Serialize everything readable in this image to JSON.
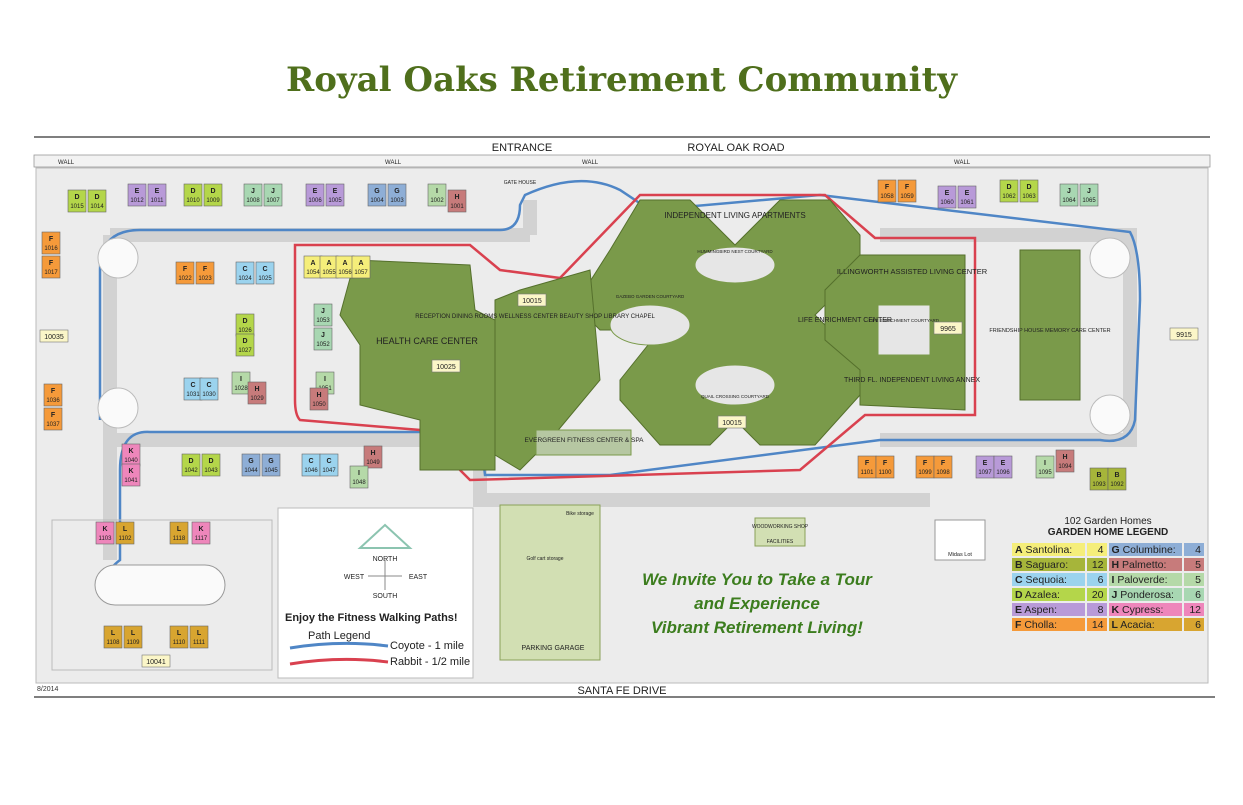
{
  "title": "Royal Oaks Retirement Community",
  "roads": {
    "entrance": "ENTRANCE",
    "north_road": "ROYAL OAK ROAD",
    "south_road": "SANTA FE DRIVE",
    "wall": "WALL",
    "gate_house": "GATE HOUSE"
  },
  "buildings": {
    "independent_living": "INDEPENDENT LIVING APARTMENTS",
    "hummingbird": "HUMMINGBIRD NEST COURTYARD",
    "gazebo": "GAZEBO GARDEN COURTYARD",
    "quail": "QUAIL CROSSING COURTYARD",
    "illingworth": "ILLINGWORTH ASSISTED LIVING CENTER",
    "life_center": "LIFE ENRICHMENT CENTER",
    "life_courtyard": "LIFE ENRICHMENT COURTYARD",
    "third_floor": "THIRD FL. INDEPENDENT LIVING ANNEX",
    "friendship": "FRIENDSHIP HOUSE MEMORY CARE CENTER",
    "health_care": "HEALTH CARE CENTER",
    "reception": "RECEPTION DINING ROOMS WELLNESS CENTER BEAUTY SHOP LIBRARY CHAPEL",
    "fitness_center": "EVERGREEN FITNESS CENTER & SPA",
    "woodworking": "WOODWORKING SHOP",
    "facilities": "FACILITIES",
    "bike": "Bike storage",
    "golf": "Golf cart storage",
    "garage": "PARKING GARAGE",
    "midas": "Midas Lot"
  },
  "address_tags": [
    "10035",
    "10025",
    "10015",
    "10015",
    "9965",
    "9915",
    "10041"
  ],
  "compass": {
    "north": "NORTH",
    "south": "SOUTH",
    "east": "EAST",
    "west": "WEST"
  },
  "walking": {
    "heading": "Enjoy the Fitness Walking Paths!",
    "legend_title": "Path Legend",
    "coyote": "Coyote - 1 mile",
    "rabbit": "Rabbit - 1/2 mile",
    "coyote_color": "#4f86c6",
    "rabbit_color": "#d9414f"
  },
  "invite": [
    "We Invite You to Take a Tour",
    "and Experience",
    "Vibrant Retirement Living!"
  ],
  "date": "8/2014",
  "legend": {
    "count": "102 Garden Homes",
    "title": "GARDEN HOME LEGEND",
    "items": [
      {
        "letter": "A",
        "name": "Santolina:",
        "count": "4",
        "color": "#f5ee7a"
      },
      {
        "letter": "G",
        "name": "Columbine:",
        "count": "4",
        "color": "#8eaed6"
      },
      {
        "letter": "B",
        "name": "Saguaro:",
        "count": "12",
        "color": "#a6b53a"
      },
      {
        "letter": "H",
        "name": "Palmetto:",
        "count": "5",
        "color": "#c77b7b"
      },
      {
        "letter": "C",
        "name": "Sequoia:",
        "count": "6",
        "color": "#9bd3ee"
      },
      {
        "letter": "I",
        "name": "Paloverde:",
        "count": "5",
        "color": "#b5d9a8"
      },
      {
        "letter": "D",
        "name": "Azalea:",
        "count": "20",
        "color": "#b4d64a"
      },
      {
        "letter": "J",
        "name": "Ponderosa:",
        "count": "6",
        "color": "#a8d7b2"
      },
      {
        "letter": "E",
        "name": "Aspen:",
        "count": "8",
        "color": "#b89ad8"
      },
      {
        "letter": "K",
        "name": "Cypress:",
        "count": "12",
        "color": "#ee86bb"
      },
      {
        "letter": "F",
        "name": "Cholla:",
        "count": "14",
        "color": "#f59a3a"
      },
      {
        "letter": "L",
        "name": "Acacia:",
        "count": "6",
        "color": "#d8a530"
      }
    ]
  },
  "homes": [
    {
      "id": "1015",
      "type": "D"
    },
    {
      "id": "1014",
      "type": "D"
    },
    {
      "id": "1012",
      "type": "E"
    },
    {
      "id": "1011",
      "type": "E"
    },
    {
      "id": "1010",
      "type": "D"
    },
    {
      "id": "1009",
      "type": "D"
    },
    {
      "id": "1008",
      "type": "J"
    },
    {
      "id": "1007",
      "type": "J"
    },
    {
      "id": "1006",
      "type": "E"
    },
    {
      "id": "1005",
      "type": "E"
    },
    {
      "id": "1004",
      "type": "G"
    },
    {
      "id": "1003",
      "type": "G"
    },
    {
      "id": "1002",
      "type": "I"
    },
    {
      "id": "1001",
      "type": "H"
    },
    {
      "id": "1016",
      "type": "F"
    },
    {
      "id": "1017",
      "type": "F"
    },
    {
      "id": "1022",
      "type": "F"
    },
    {
      "id": "1023",
      "type": "F"
    },
    {
      "id": "1024",
      "type": "C"
    },
    {
      "id": "1025",
      "type": "C"
    },
    {
      "id": "1054",
      "type": "A"
    },
    {
      "id": "1055",
      "type": "A"
    },
    {
      "id": "1056",
      "type": "A"
    },
    {
      "id": "1057",
      "type": "A"
    },
    {
      "id": "1053",
      "type": "J"
    },
    {
      "id": "1052",
      "type": "J"
    },
    {
      "id": "1026",
      "type": "D"
    },
    {
      "id": "1027",
      "type": "D"
    },
    {
      "id": "1028",
      "type": "I"
    },
    {
      "id": "1029",
      "type": "H"
    },
    {
      "id": "1031",
      "type": "C"
    },
    {
      "id": "1030",
      "type": "C"
    },
    {
      "id": "1051",
      "type": "I"
    },
    {
      "id": "1050",
      "type": "H"
    },
    {
      "id": "1036",
      "type": "F"
    },
    {
      "id": "1037",
      "type": "F"
    },
    {
      "id": "1040",
      "type": "K"
    },
    {
      "id": "1041",
      "type": "K"
    },
    {
      "id": "1042",
      "type": "D"
    },
    {
      "id": "1043",
      "type": "D"
    },
    {
      "id": "1044",
      "type": "G"
    },
    {
      "id": "1045",
      "type": "G"
    },
    {
      "id": "1046",
      "type": "C"
    },
    {
      "id": "1047",
      "type": "C"
    },
    {
      "id": "1049",
      "type": "H"
    },
    {
      "id": "1048",
      "type": "I"
    },
    {
      "id": "1058",
      "type": "F"
    },
    {
      "id": "1059",
      "type": "F"
    },
    {
      "id": "1060",
      "type": "E"
    },
    {
      "id": "1061",
      "type": "E"
    },
    {
      "id": "1062",
      "type": "D"
    },
    {
      "id": "1063",
      "type": "D"
    },
    {
      "id": "1064",
      "type": "J"
    },
    {
      "id": "1065",
      "type": "J"
    },
    {
      "id": "1101",
      "type": "F"
    },
    {
      "id": "1100",
      "type": "F"
    },
    {
      "id": "1099",
      "type": "F"
    },
    {
      "id": "1098",
      "type": "F"
    },
    {
      "id": "1097",
      "type": "E"
    },
    {
      "id": "1096",
      "type": "E"
    },
    {
      "id": "1095",
      "type": "I"
    },
    {
      "id": "1094",
      "type": "H"
    },
    {
      "id": "1093",
      "type": "B"
    },
    {
      "id": "1092",
      "type": "B"
    },
    {
      "id": "1103",
      "type": "K"
    },
    {
      "id": "1102",
      "type": "L"
    },
    {
      "id": "1118",
      "type": "L"
    },
    {
      "id": "1117",
      "type": "K"
    },
    {
      "id": "1108",
      "type": "L"
    },
    {
      "id": "1109",
      "type": "L"
    },
    {
      "id": "1110",
      "type": "L"
    },
    {
      "id": "1111",
      "type": "L"
    }
  ]
}
